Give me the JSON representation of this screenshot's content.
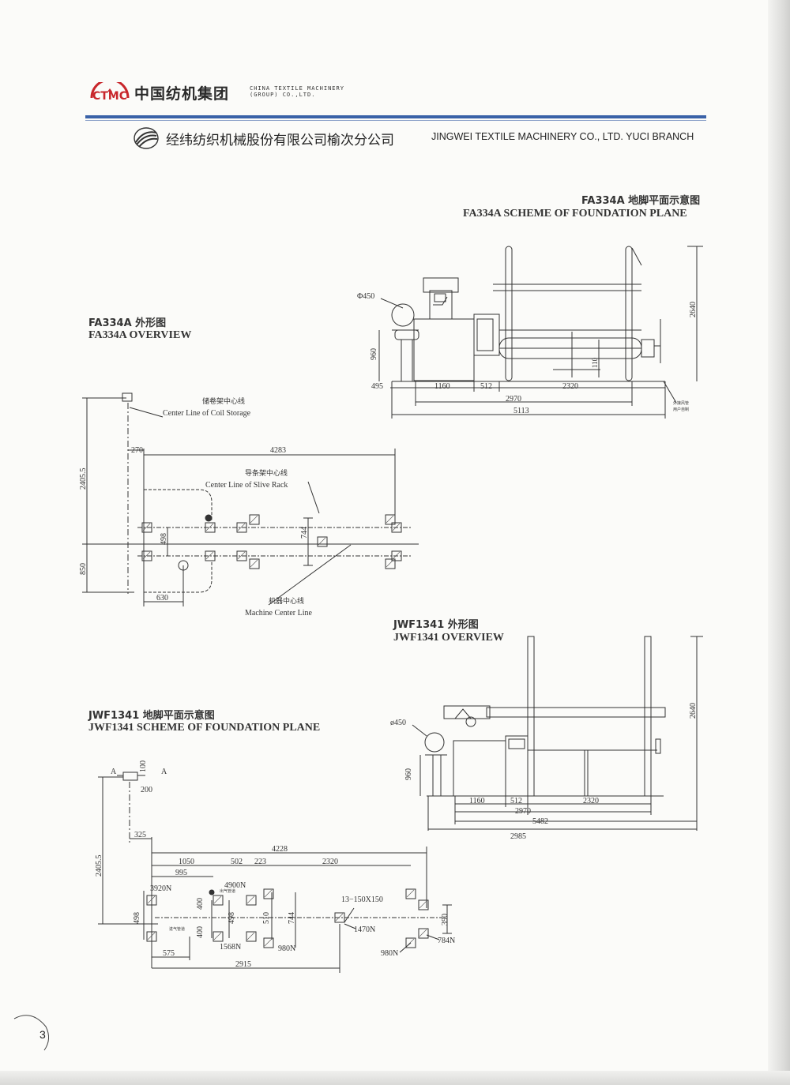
{
  "header": {
    "group_logo_text": "CTMC",
    "group_name_cn": "中国纺机集团",
    "group_name_en_line1": "CHINA TEXTILE MACHINERY",
    "group_name_en_line2": "(GROUP) CO.,LTD.",
    "company_name_cn": "经纬纺织机械股份有限公司榆次分公司",
    "company_name_en": "JINGWEI TEXTILE MACHINERY CO.,  LTD. YUCI BRANCH",
    "accent_color": "#3a62a8",
    "logo_color": "#c8262b"
  },
  "sections": {
    "fa334a_plane_title_cn": "FA334A 地脚平面示意图",
    "fa334a_plane_title_en": "FA334A SCHEME OF FOUNDATION PLANE",
    "fa334a_overview_title_cn": "FA334A 外形图",
    "fa334a_overview_title_en": "FA334A OVERVIEW",
    "jwf1341_overview_title_cn": "JWF1341 外形图",
    "jwf1341_overview_title_en": "JWF1341 OVERVIEW",
    "jwf1341_plane_title_cn": "JWF1341 地脚平面示意图",
    "jwf1341_plane_title_en": "JWF1341 SCHEME OF FOUNDATION PLANE"
  },
  "fa334a_side": {
    "dia": "Φ450",
    "h960": "960",
    "h2640": "2640",
    "h110": "110",
    "d495": "495",
    "d1160": "1160",
    "d512": "512",
    "d2320": "2320",
    "d2970": "2970",
    "d5113": "5113",
    "note_cn_1": "外接风管",
    "note_cn_2": "用户自制"
  },
  "fa334a_plan": {
    "coil_center_cn": "储卷架中心线",
    "coil_center_en": "Center Line of Coil Storage",
    "slive_center_cn": "导条架中心线",
    "slive_center_en": "Center Line of Slive Rack",
    "machine_center_cn": "机器中心线",
    "machine_center_en": "Machine Center Line",
    "d270": "270",
    "d4283": "4283",
    "d2405": "2405.5",
    "d850": "850",
    "d498": "498",
    "d744": "744",
    "d630": "630"
  },
  "jwf1341_side": {
    "dia": "ø450",
    "h960": "960",
    "h2640": "2640",
    "d1160": "1160",
    "d512": "512",
    "d2320": "2320",
    "d2970": "2970",
    "d5482": "5482",
    "d2985": "2985"
  },
  "jwf1341_plan": {
    "sect_a_left": "A",
    "sect_a_right": "A",
    "d100": "100",
    "d200": "200",
    "d325": "325",
    "d4228": "4228",
    "d2405": "2405.5",
    "d1050": "1050",
    "d502": "502",
    "d223": "223",
    "d2320": "2320",
    "d995": "995",
    "f4900": "4900N",
    "f3920": "3920N",
    "d400a": "400",
    "d400b": "400",
    "d498a": "498",
    "d498b": "498",
    "d510": "510",
    "d744": "744",
    "bolt_spec": "13−150X150",
    "f1470": "1470N",
    "d390": "390",
    "f784": "784N",
    "f1568": "1568N",
    "f980a": "980N",
    "f980b": "980N",
    "d575": "575",
    "d2915": "2915",
    "duct_cn_a": "出气管道",
    "duct_cn_b": "进气管道"
  },
  "page_number": "3"
}
